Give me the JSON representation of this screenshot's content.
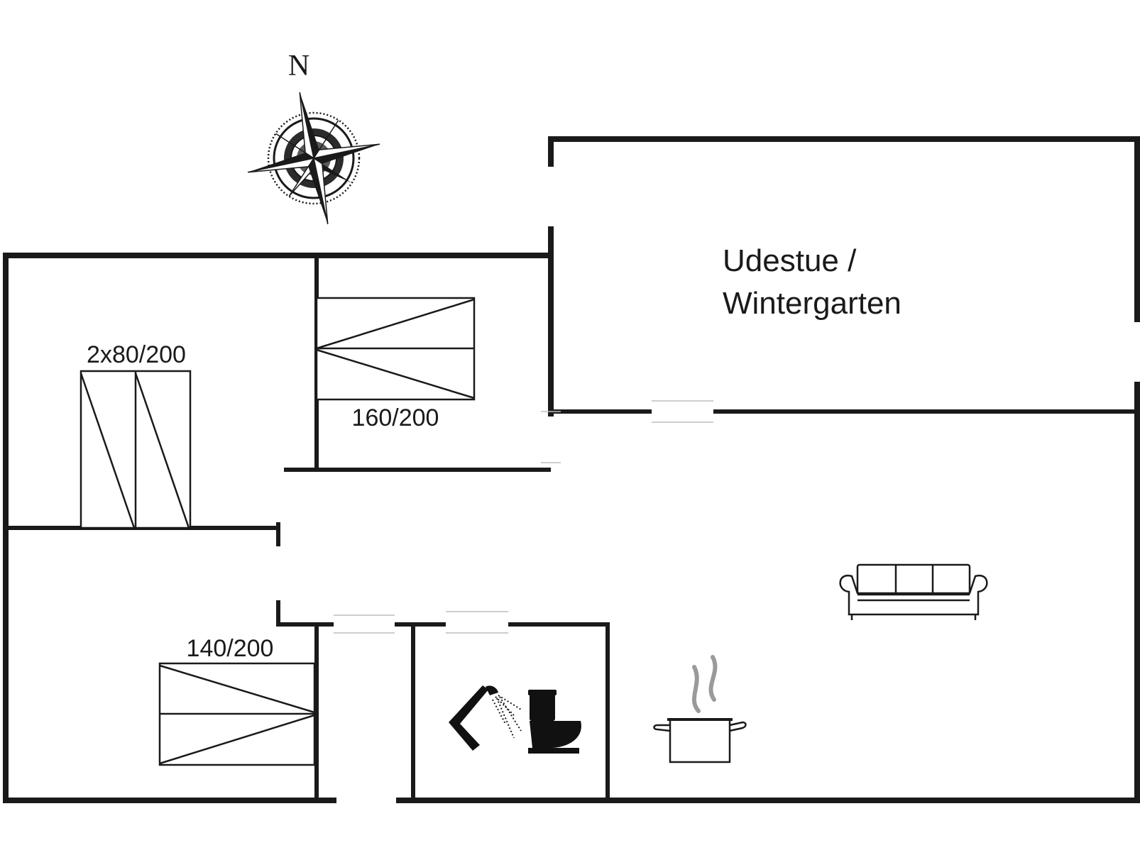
{
  "compass": {
    "north_label": "N",
    "icon": "compass-rose-icon"
  },
  "rooms": {
    "sunroom": {
      "line1": "Udestue /",
      "line2": "Wintergarten"
    }
  },
  "beds": {
    "twin": {
      "label": "2x80/200"
    },
    "double_upper": {
      "label": "160/200"
    },
    "double_lower": {
      "label": "140/200"
    }
  },
  "icons": {
    "sofa": "sofa-icon",
    "cooking_pot": "cooking-pot-icon",
    "shower": "shower-icon",
    "toilet": "toilet-icon"
  }
}
